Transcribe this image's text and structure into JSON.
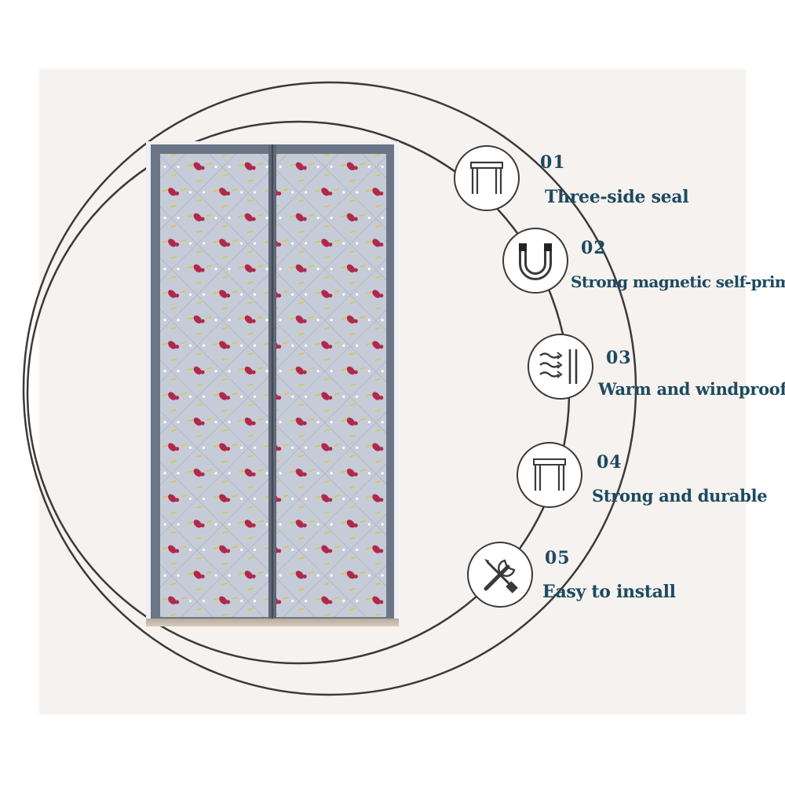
{
  "features": [
    {
      "number": "01",
      "label": "Three-side seal",
      "icon": "three-side-seal-icon"
    },
    {
      "number": "02",
      "label": "Strong magnetic self-priming",
      "icon": "magnet-icon"
    },
    {
      "number": "03",
      "label": "Warm and windproof",
      "icon": "wind-icon"
    },
    {
      "number": "04",
      "label": "Strong and durable",
      "icon": "door-frame-icon"
    },
    {
      "number": "05",
      "label": "Easy to install",
      "icon": "tools-icon"
    }
  ],
  "colors": {
    "text": "#1d4a61",
    "curtain_fabric": "#c6ccd7",
    "curtain_border": "#6b7585",
    "pattern_red": "#b0284c",
    "pattern_yellow": "#d8c654",
    "line": "#3a3a3a",
    "background": "#f6f2ef"
  }
}
